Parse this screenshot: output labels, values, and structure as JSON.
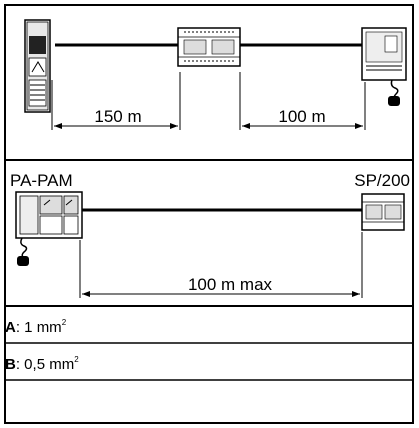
{
  "top_diagram": {
    "distance_left": "150 m",
    "distance_right": "100 m"
  },
  "bottom_diagram": {
    "label_left": "PA-PAM",
    "label_right": "SP/200",
    "distance": "100 m max"
  },
  "legend": {
    "a_letter": "A",
    "a_value": ": 1 mm",
    "a_sup": "2",
    "b_letter": "B",
    "b_value": ": 0,5 mm",
    "b_sup": "2"
  }
}
